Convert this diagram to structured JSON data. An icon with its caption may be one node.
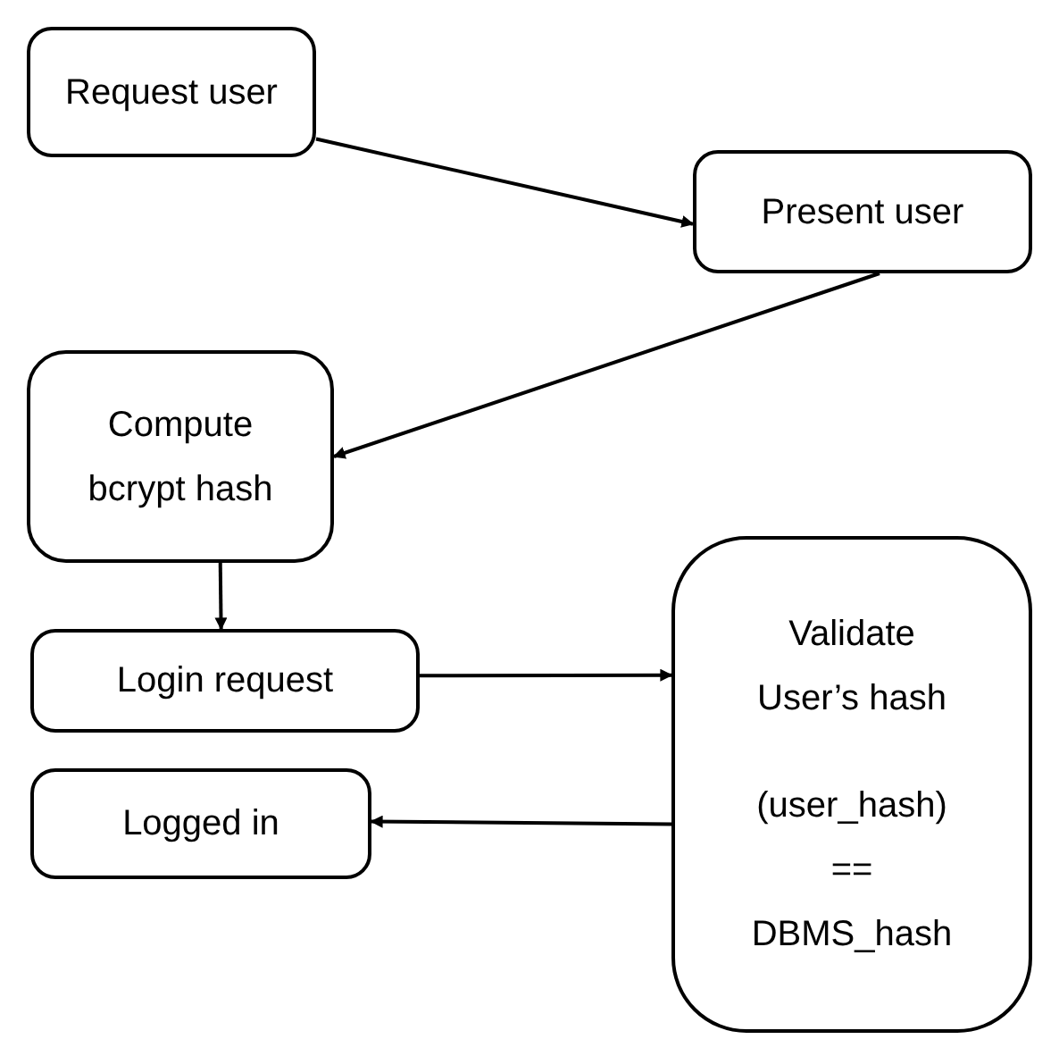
{
  "diagram": {
    "nodes": [
      {
        "text": [
          "Request user"
        ]
      },
      {
        "text": [
          "Present user"
        ]
      },
      {
        "text": [
          "Compute bcrypt hash"
        ]
      },
      {
        "text": [
          "Login request"
        ]
      },
      {
        "text": [
          "Validate User’s hash",
          "(user_hash) == DBMS_hash"
        ]
      },
      {
        "text": [
          "Logged in"
        ]
      }
    ],
    "edges": [
      {
        "from": 0,
        "to": 1,
        "arrow": "to"
      },
      {
        "from": 1,
        "to": 2,
        "arrow": "to"
      },
      {
        "from": 2,
        "to": 3,
        "arrow": "to"
      },
      {
        "from": 3,
        "to": 4,
        "arrow": "to"
      },
      {
        "from": 4,
        "to": 5,
        "arrow": "to"
      }
    ]
  }
}
